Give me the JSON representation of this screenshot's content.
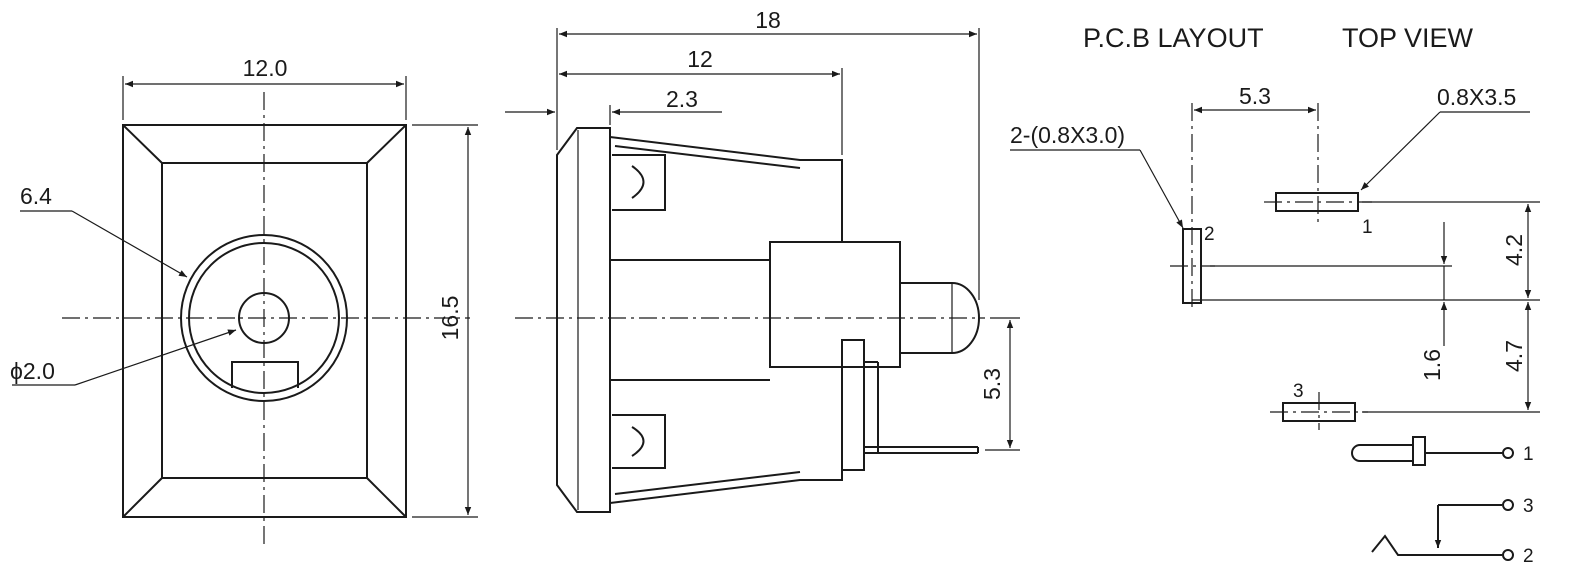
{
  "headings": {
    "pcb_layout": "P.C.B LAYOUT",
    "top_view": "TOP VIEW"
  },
  "front_view": {
    "width": "12.0",
    "height": "16.5",
    "hole_diameter": "6.4",
    "pin_diameter": "ϕ2.0"
  },
  "side_view": {
    "overall_length": "18",
    "body_length": "12",
    "flange": "2.3",
    "pin_offset": "5.3"
  },
  "pcb_layout": {
    "pad_spacing_x": "5.3",
    "pad1_size": "0.8X3.5",
    "pad2_size": "2-(0.8X3.0)",
    "spacing_1_2": "4.2",
    "spacing_2_3": "4.7",
    "offset_2_3": "1.6",
    "pad1_label": "1",
    "pad2_label": "2",
    "pad3_label": "3"
  },
  "schematic": {
    "pin1": "1",
    "pin3": "3",
    "pin2": "2"
  }
}
